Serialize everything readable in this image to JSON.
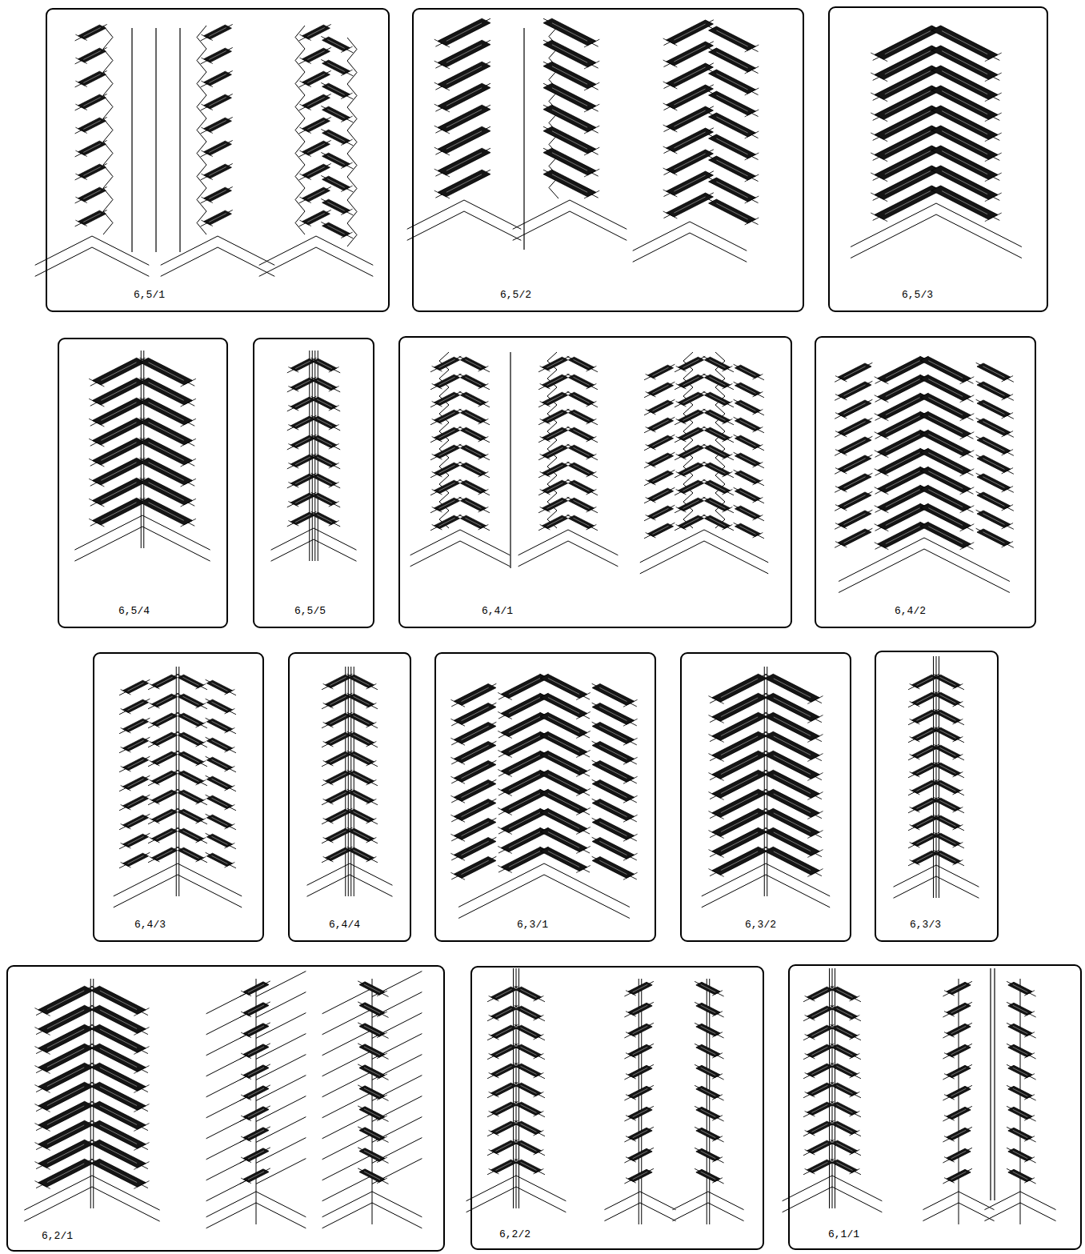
{
  "diagram": {
    "nodes": [
      {
        "text": [
          "6,5/1"
        ]
      },
      {
        "text": [
          "6,5/2"
        ]
      },
      {
        "text": [
          "6,5/3"
        ]
      },
      {
        "text": [
          "6,5/4"
        ]
      },
      {
        "text": [
          "6,5/5"
        ]
      },
      {
        "text": [
          "6,4/1"
        ]
      },
      {
        "text": [
          "6,4/2"
        ]
      },
      {
        "text": [
          "6,4/3"
        ]
      },
      {
        "text": [
          "6,4/4"
        ]
      },
      {
        "text": [
          "6,3/1"
        ]
      },
      {
        "text": [
          "6,3/2"
        ]
      },
      {
        "text": [
          "6,3/3"
        ]
      },
      {
        "text": [
          "6,2/1"
        ]
      },
      {
        "text": [
          "6,2/2"
        ]
      },
      {
        "text": [
          "6,1/1"
        ]
      }
    ]
  }
}
